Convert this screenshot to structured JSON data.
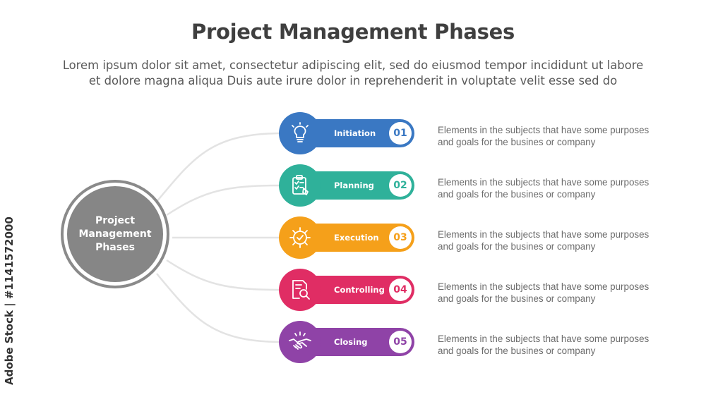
{
  "header": {
    "title": "Project Management Phases",
    "subtitle_line1": "Lorem ipsum dolor sit amet, consectetur adipiscing elit, sed do eiusmod tempor incididunt ut labore",
    "subtitle_line2": "et dolore magna aliqua Duis aute irure dolor in reprehenderit in voluptate velit esse sed do"
  },
  "hub": {
    "line1": "Project",
    "line2": "Management",
    "line3": "Phases",
    "color": "#868686"
  },
  "phases": [
    {
      "label": "Initiation",
      "number": "01",
      "color": "#3a78c3",
      "icon": "lightbulb-icon",
      "desc_line1": "Elements in the subjects that have some purposes",
      "desc_line2": "and goals for the  busines or company"
    },
    {
      "label": "Planning",
      "number": "02",
      "color": "#2fb19a",
      "icon": "clipboard-checklist-icon",
      "desc_line1": "Elements in the subjects that have some purposes",
      "desc_line2": "and goals for the  busines or company"
    },
    {
      "label": "Execution",
      "number": "03",
      "color": "#f5a01a",
      "icon": "gear-check-icon",
      "desc_line1": "Elements in the subjects that have some purposes",
      "desc_line2": "and goals for the  busines or company"
    },
    {
      "label": "Controlling",
      "number": "04",
      "color": "#e02d64",
      "icon": "document-search-icon",
      "desc_line1": "Elements in the subjects that have some purposes",
      "desc_line2": "and goals for the  busines or company"
    },
    {
      "label": "Closing",
      "number": "05",
      "color": "#8f43a7",
      "icon": "handshake-icon",
      "desc_line1": "Elements in the subjects that have some purposes",
      "desc_line2": "and goals for the  busines or company"
    }
  ],
  "side_credit": "Adobe Stock | #1141572000"
}
